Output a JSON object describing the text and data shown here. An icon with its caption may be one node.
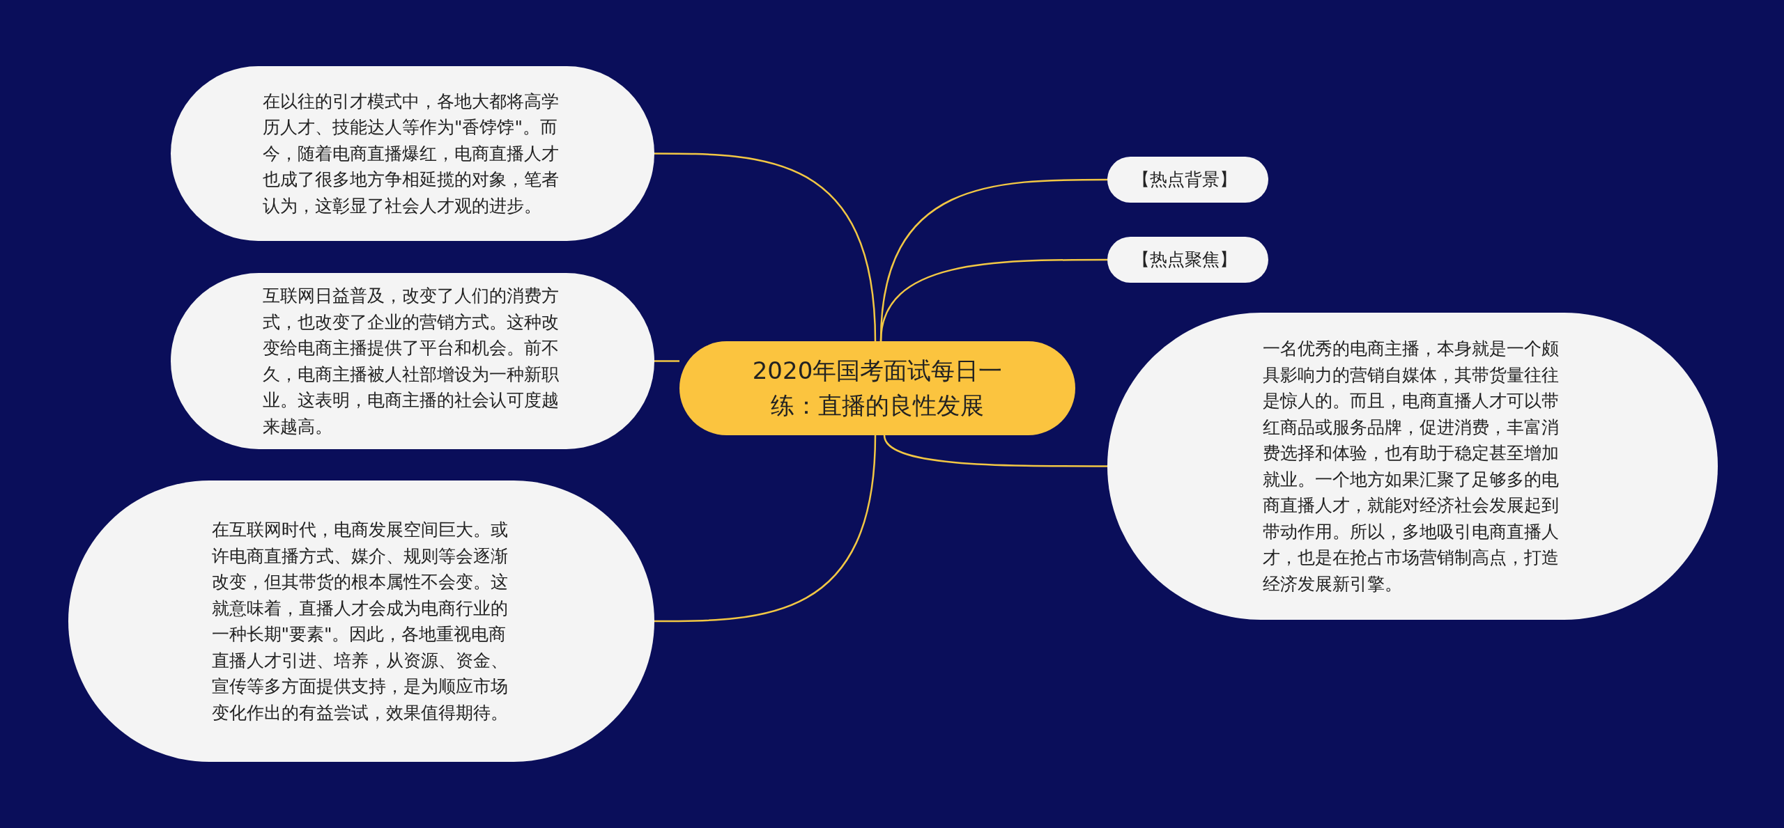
{
  "diagram": {
    "nodes": [
      {
        "text": [
          "2020年国考面试每日一练：直播的良性发展"
        ]
      },
      {
        "text": [
          "在以往的引才模式中，各地大都将高学历人才、技能达人等作为\"香饽饽\"。而今，随着电商直播爆红，电商直播人才也成了很多地方争相延揽的对象，笔者认为，这彰显了社会人才观的进步。"
        ]
      },
      {
        "text": [
          "互联网日益普及，改变了人们的消费方式，也改变了企业的营销方式。这种改变给电商主播提供了平台和机会。前不久，电商主播被人社部增设为一种新职业。这表明，电商主播的社会认可度越来越高。"
        ]
      },
      {
        "text": [
          "在互联网时代，电商发展空间巨大。或许电商直播方式、媒介、规则等会逐渐改变，但其带货的根本属性不会变。这就意味着，直播人才会成为电商行业的一种长期\"要素\"。因此，各地重视电商直播人才引进、培养，从资源、资金、宣传等多方面提供支持，是为顺应市场变化作出的有益尝试，效果值得期待。"
        ]
      },
      {
        "text": [
          "【热点背景】"
        ]
      },
      {
        "text": [
          "【热点聚焦】"
        ]
      },
      {
        "text": [
          "一名优秀的电商主播，本身就是一个颇具影响力的营销自媒体，其带货量往往是惊人的。而且，电商直播人才可以带红商品或服务品牌，促进消费，丰富消费选择和体验，也有助于稳定甚至增加就业。一个地方如果汇聚了足够多的电商直播人才，就能对经济社会发展起到带动作用。所以，多地吸引电商直播人才，也是在抢占市场营销制高点，打造经济发展新引擎。"
        ]
      }
    ],
    "edges": [
      {
        "from": 0,
        "to": 1,
        "arrow": "none"
      },
      {
        "from": 0,
        "to": 2,
        "arrow": "none"
      },
      {
        "from": 0,
        "to": 3,
        "arrow": "none"
      },
      {
        "from": 0,
        "to": 4,
        "arrow": "none"
      },
      {
        "from": 0,
        "to": 5,
        "arrow": "none"
      },
      {
        "from": 0,
        "to": 6,
        "arrow": "none"
      }
    ]
  }
}
